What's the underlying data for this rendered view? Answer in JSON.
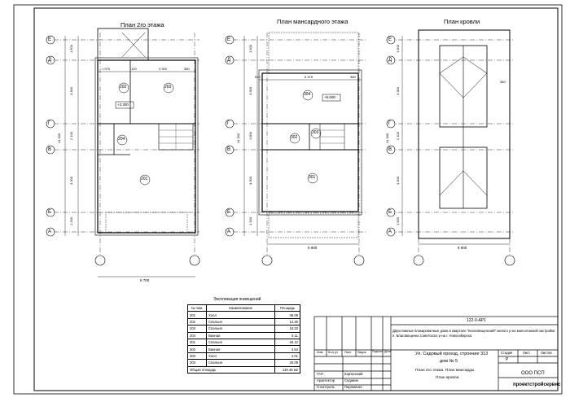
{
  "plans": {
    "floor2_title": "План 2го этажа",
    "attic_title": "План мансардного этажа",
    "roof_title": "План кровли"
  },
  "axes": {
    "letters": [
      "Е",
      "Д",
      "Г",
      "В",
      "Б",
      "А"
    ],
    "left_dims": [
      "1 500",
      "4 300",
      "14 300",
      "2 100",
      "4 300",
      "1 200"
    ],
    "attic_dims": [
      "1 500",
      "4 300",
      "14 300",
      "1 800",
      "4 300",
      "1 200"
    ],
    "roof_dims": [
      "1 500",
      "4 300",
      "14 300",
      "2 100",
      "4 300",
      "1 500"
    ]
  },
  "floor2": {
    "rooms": [
      "202",
      "203",
      "204",
      "201"
    ],
    "level": "+3.300",
    "dims_top": [
      "1 975",
      "120",
      "3 300",
      "380"
    ],
    "overall_width": "6 700"
  },
  "attic": {
    "rooms": [
      "304",
      "302",
      "303",
      "301"
    ],
    "level": "+6.600",
    "dims_top": [
      "510",
      "6 475",
      "380"
    ],
    "overall_width": "6 900"
  },
  "roof": {
    "overall_width": "6 900",
    "dim_side": "380"
  },
  "rooms_table": {
    "title": "Экспликация помещений",
    "headers": [
      "№ пом.",
      "Наименование",
      "Площадь"
    ],
    "rows": [
      [
        "201",
        "Холл",
        "36.08"
      ],
      [
        "202",
        "Спальня",
        "12.30"
      ],
      [
        "203",
        "Спальня",
        "16.33"
      ],
      [
        "204",
        "Ванная",
        "5.11"
      ],
      [
        "301",
        "Спальня",
        "26.12"
      ],
      [
        "302",
        "Ванная",
        "4.54"
      ],
      [
        "303",
        "Холл",
        "2.01"
      ],
      [
        "304",
        "Спальня",
        "25.09"
      ]
    ],
    "total_label": "Общая площадь",
    "total_value": "130.48 м2"
  },
  "stamp": {
    "code": "122-0-АР1",
    "project": "Двухэтажные блокированные дома в квартале \"Благовещенский\" жилого р-на малоэтажной застройки п. Благовещенка Советского р-на г. Новосибирска",
    "address_line1": "Ул. Садовый проезд, строение 313",
    "address_line2": "дом № 5",
    "sheet_desc": [
      "План 2го этажа. План мансарды.",
      "План кровли."
    ],
    "col_headers": [
      "Изм",
      "Кол.уч",
      "Лист",
      "№док",
      "Подпись",
      "Дата"
    ],
    "roles": [
      [
        "ГАП",
        "Карчанский"
      ],
      [
        "Архитектор",
        "Седанин"
      ],
      [
        "Н.контроль",
        "Пароменко"
      ]
    ],
    "stage_headers": [
      "Стадия",
      "Лист",
      "Листов"
    ],
    "stage_value": "Р",
    "org": "ООО ПСП",
    "company": "проектстройсервис"
  }
}
